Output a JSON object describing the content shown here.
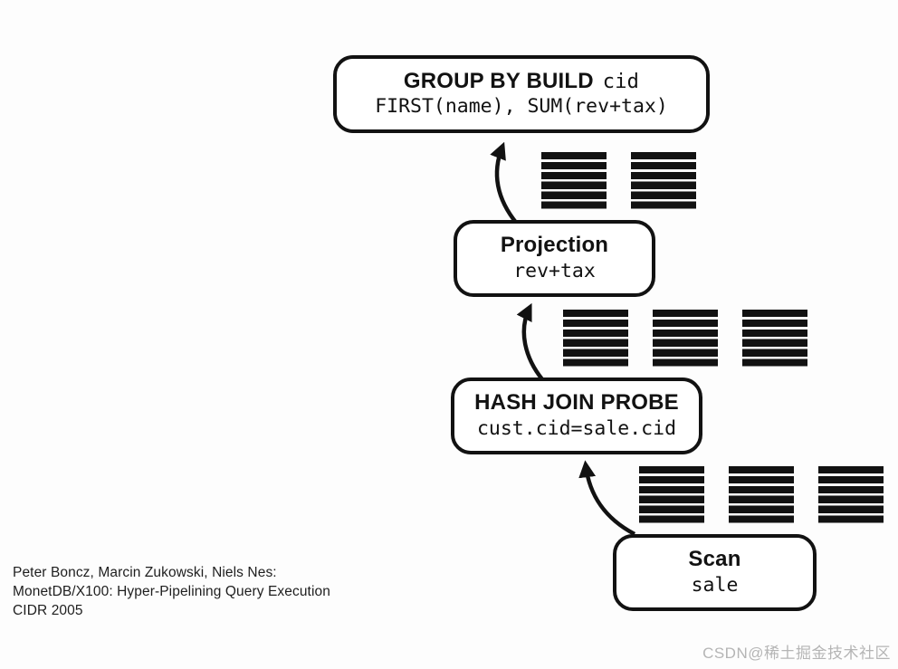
{
  "nodes": {
    "group_by": {
      "title": "GROUP BY BUILD",
      "arg": "cid",
      "detail": "FIRST(name), SUM(rev+tax)"
    },
    "projection": {
      "title": "Projection",
      "detail": "rev+tax"
    },
    "hash_join": {
      "title": "HASH JOIN PROBE",
      "detail": "cust.cid=sale.cid"
    },
    "scan": {
      "title": "Scan",
      "detail": "sale"
    }
  },
  "vectors": {
    "group1": {
      "columns": 2,
      "bars_per_column": 6
    },
    "group2": {
      "columns": 3,
      "bars_per_column": 6
    },
    "group3": {
      "columns": 3,
      "bars_per_column": 6
    }
  },
  "citation": {
    "line1": "Peter Boncz, Marcin Zukowski, Niels Nes:",
    "line2": "MonetDB/X100: Hyper-Pipelining Query Execution",
    "line3": "CIDR 2005"
  },
  "watermark": "CSDN@稀土掘金技术社区",
  "colors": {
    "ink": "#121212",
    "background": "#fdfdfd",
    "watermark": "#b5b5b5"
  }
}
